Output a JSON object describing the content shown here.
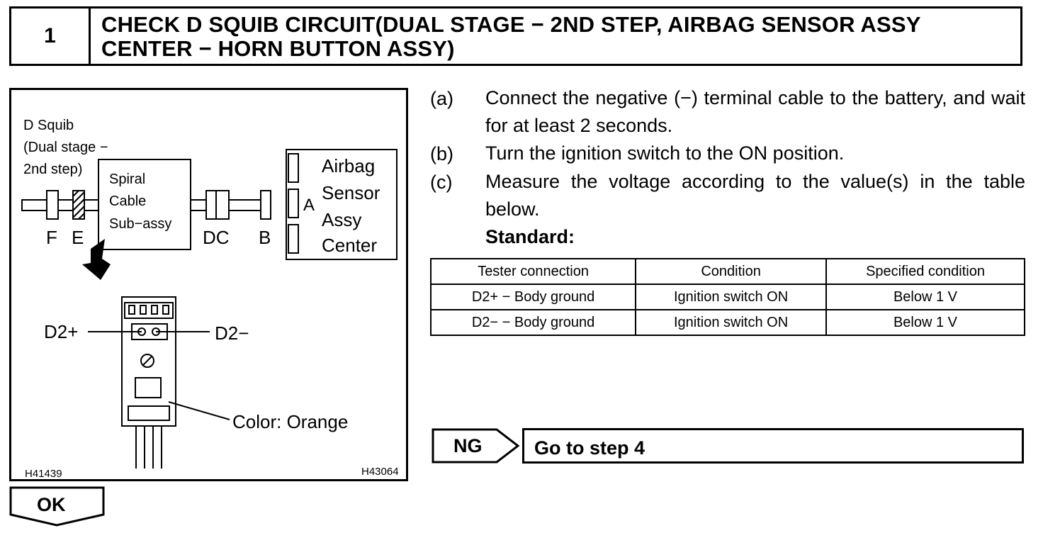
{
  "header": {
    "step_number": "1",
    "title": "CHECK D SQUIB CIRCUIT(DUAL STAGE − 2ND STEP, AIRBAG SENSOR ASSY CENTER − HORN BUTTON ASSY)"
  },
  "figure": {
    "squib_label": [
      "D Squib",
      "(Dual stage −",
      "2nd step)"
    ],
    "spiral_label": [
      "Spiral",
      "Cable",
      "Sub−assy"
    ],
    "airbag_label": [
      "Airbag",
      "Sensor",
      "Assy",
      "Center"
    ],
    "connector_labels": {
      "f": "F",
      "e": "E",
      "dc": "DC",
      "b": "B",
      "a": "A"
    },
    "pin_left": "D2+",
    "pin_right": "D2−",
    "color_note": "Color: Orange",
    "code_left": "H41439",
    "code_right": "H43064"
  },
  "steps": [
    {
      "letter": "(a)",
      "text": "Connect the negative (−) terminal cable to the battery, and wait for at least 2 seconds."
    },
    {
      "letter": "(b)",
      "text": "Turn the ignition switch to the ON position."
    },
    {
      "letter": "(c)",
      "text": "Measure the voltage according to the value(s) in the table below."
    }
  ],
  "standard_label": "Standard:",
  "table": {
    "headers": [
      "Tester connection",
      "Condition",
      "Specified condition"
    ],
    "rows": [
      [
        "D2+ − Body ground",
        "Ignition switch ON",
        "Below 1 V"
      ],
      [
        "D2− − Body ground",
        "Ignition switch ON",
        "Below 1 V"
      ]
    ]
  },
  "ng": {
    "label": "NG",
    "text": "Go to step 4"
  },
  "ok": {
    "label": "OK"
  }
}
